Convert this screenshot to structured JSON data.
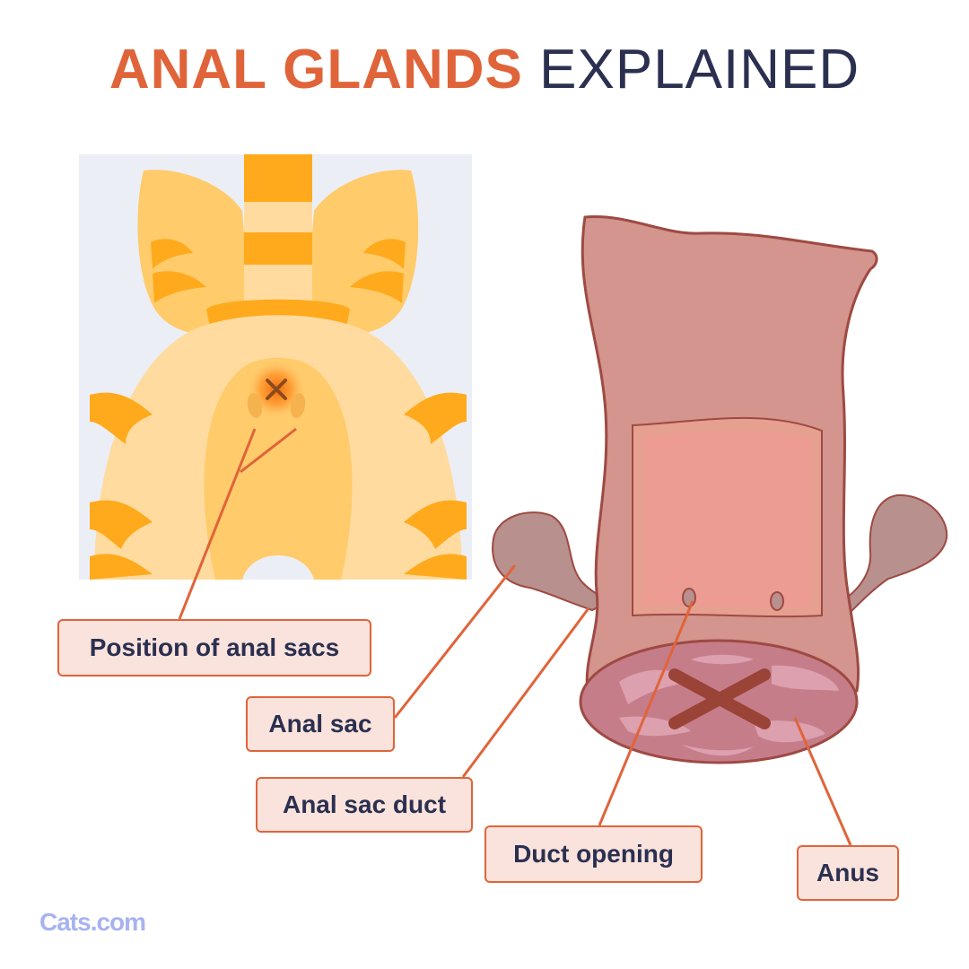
{
  "title": {
    "highlight": "ANAL GLANDS",
    "rest": " EXPLAINED"
  },
  "labels": {
    "position_of_anal_sacs": "Position of anal sacs",
    "anal_sac": "Anal sac",
    "anal_sac_duct": "Anal sac duct",
    "duct_opening": "Duct opening",
    "anus": "Anus"
  },
  "brand": "Cats.com",
  "colors": {
    "accent_orange": "#E0643A",
    "title_navy": "#2B3050",
    "label_fill": "#FBE3DD",
    "label_border": "#E0643A",
    "leader_line": "#E0643A",
    "brand_blue": "#A7B2F0",
    "panel_bg": "#ECEEF6",
    "cat_fur": "#FFDBA0",
    "cat_stripe": "#FFAA1C",
    "tissue": "#D3958E",
    "tissue_outline": "#9E4A42",
    "sac": "#B8908E",
    "anus_fill": "#C67D8A",
    "cross_mark": "#9A4337"
  }
}
